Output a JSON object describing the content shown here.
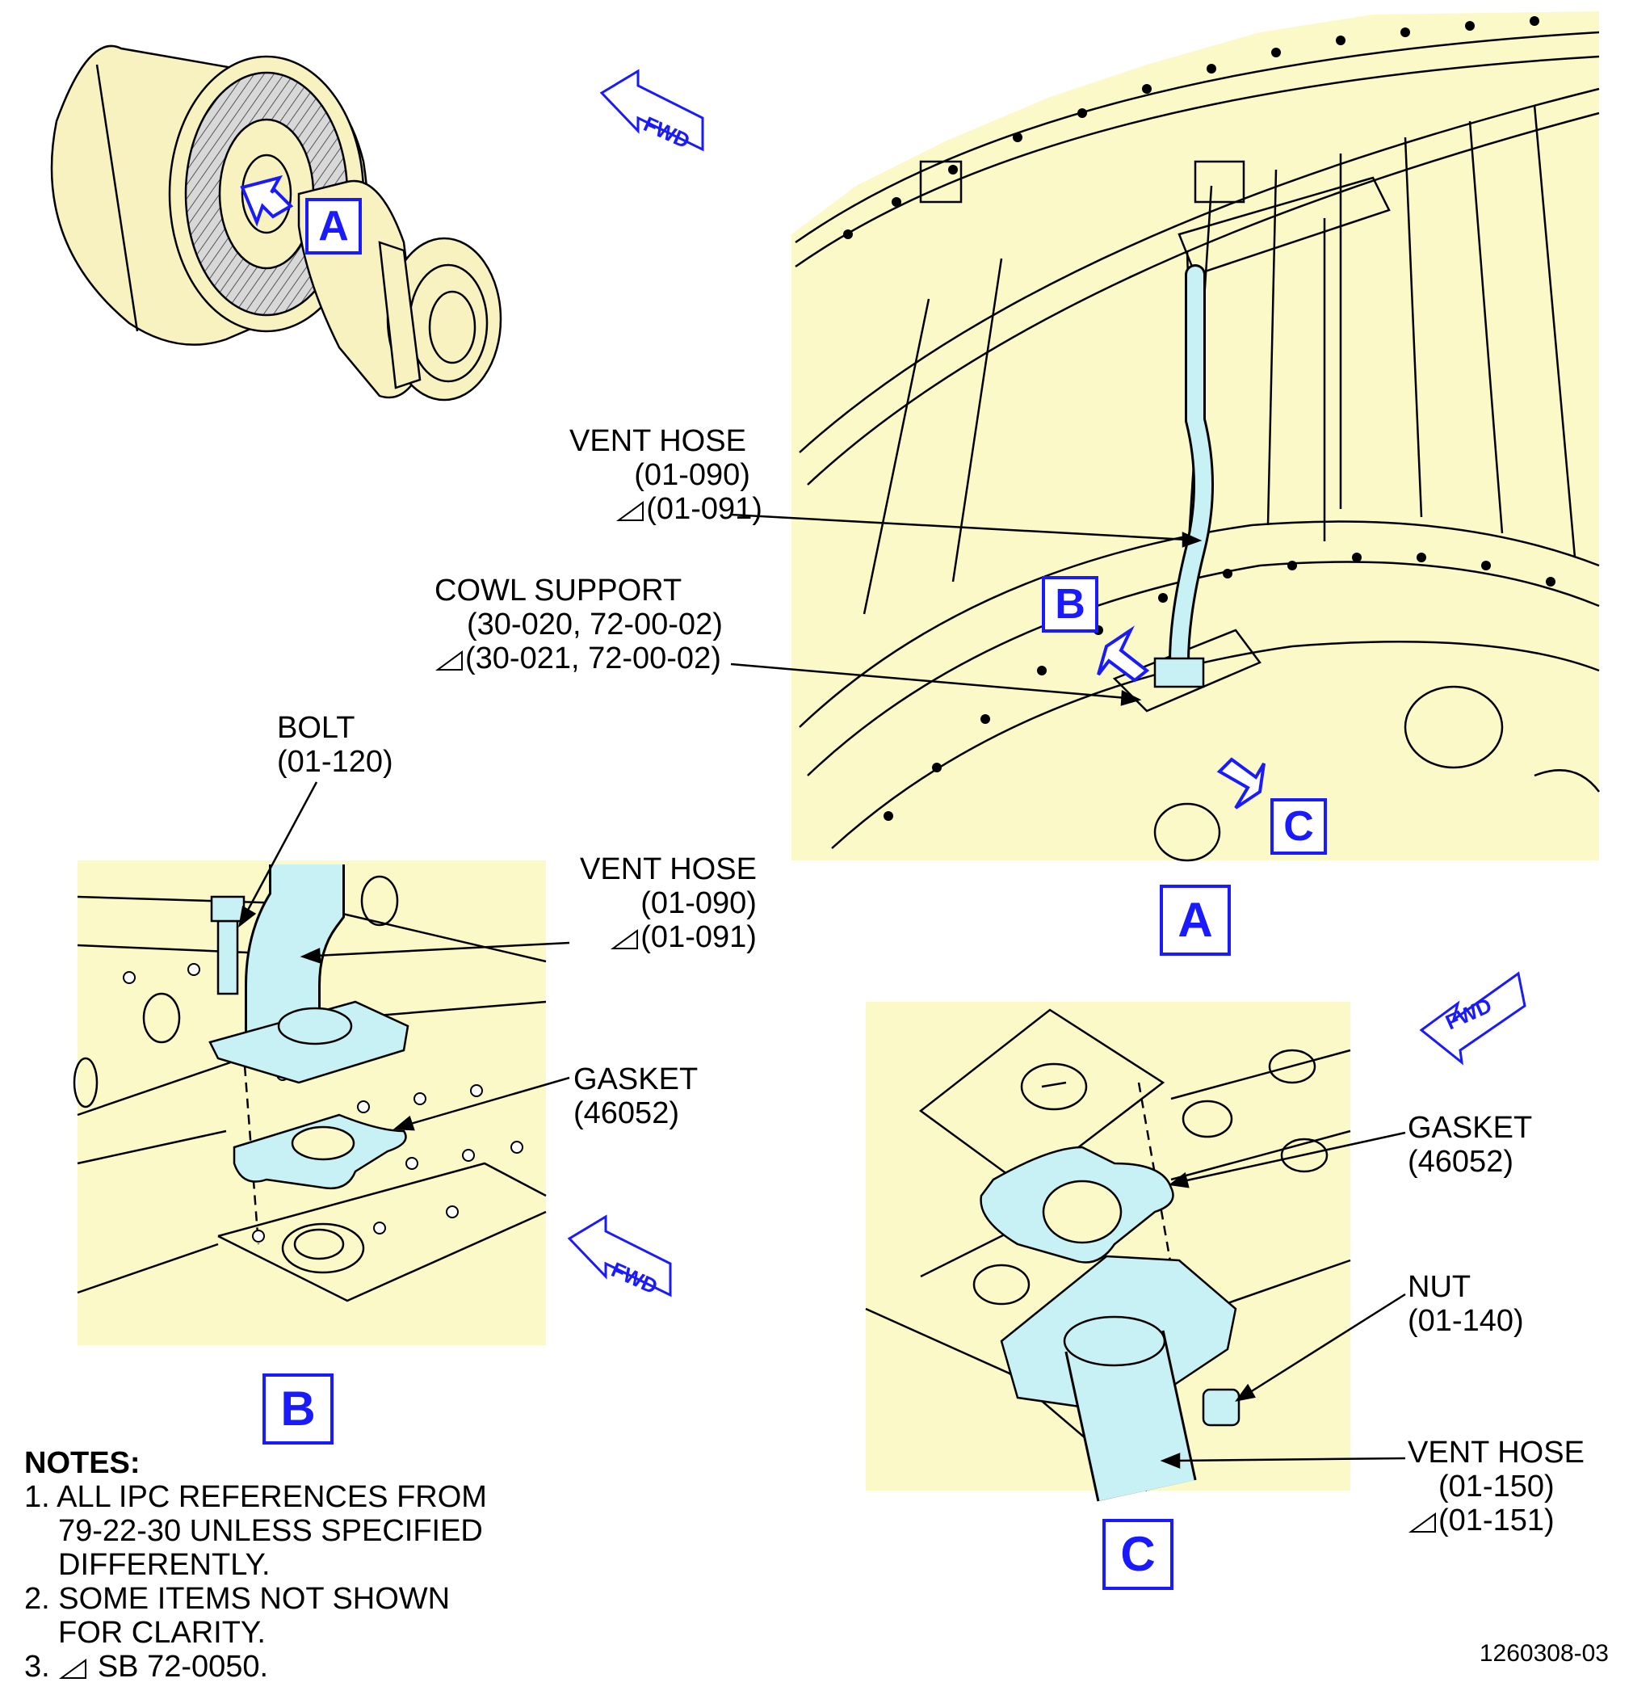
{
  "view_labels": {
    "a_small": "A",
    "a_main": "A",
    "b_main": "B",
    "b_small": "B",
    "c_main": "C",
    "c_small": "C"
  },
  "fwd_label": "FWD",
  "callouts": {
    "vent_hose_a": {
      "name": "VENT HOSE",
      "ref1": "(01-090)",
      "ref2": "(01-091)"
    },
    "cowl_support": {
      "name": "COWL SUPPORT",
      "ref1": "(30-020, 72-00-02)",
      "ref2": "(30-021, 72-00-02)"
    },
    "bolt": {
      "name": "BOLT",
      "ref1": "(01-120)"
    },
    "vent_hose_b": {
      "name": "VENT HOSE",
      "ref1": "(01-090)",
      "ref2": "(01-091)"
    },
    "gasket_b": {
      "name": "GASKET",
      "ref1": "(46052)"
    },
    "gasket_c": {
      "name": "GASKET",
      "ref1": "(46052)"
    },
    "nut": {
      "name": "NUT",
      "ref1": "(01-140)"
    },
    "vent_hose_c": {
      "name": "VENT HOSE",
      "ref1": "(01-150)",
      "ref2": "(01-151)"
    }
  },
  "notes": {
    "heading": "NOTES:",
    "n1a": "1. ALL IPC REFERENCES FROM",
    "n1b": "79-22-30 UNLESS SPECIFIED",
    "n1c": "DIFFERENTLY.",
    "n2a": "2. SOME ITEMS NOT SHOWN",
    "n2b": "FOR CLARITY.",
    "n3_prefix": "3.",
    "n3_text": "SB 72-0050."
  },
  "figure_id": "1260308-03",
  "colors": {
    "panel_fill": "#fbf9c8",
    "part_fill": "#c7f1f5",
    "engine_fill": "#f7f2bf",
    "label_blue": "#1a1aff",
    "line": "#000000"
  }
}
